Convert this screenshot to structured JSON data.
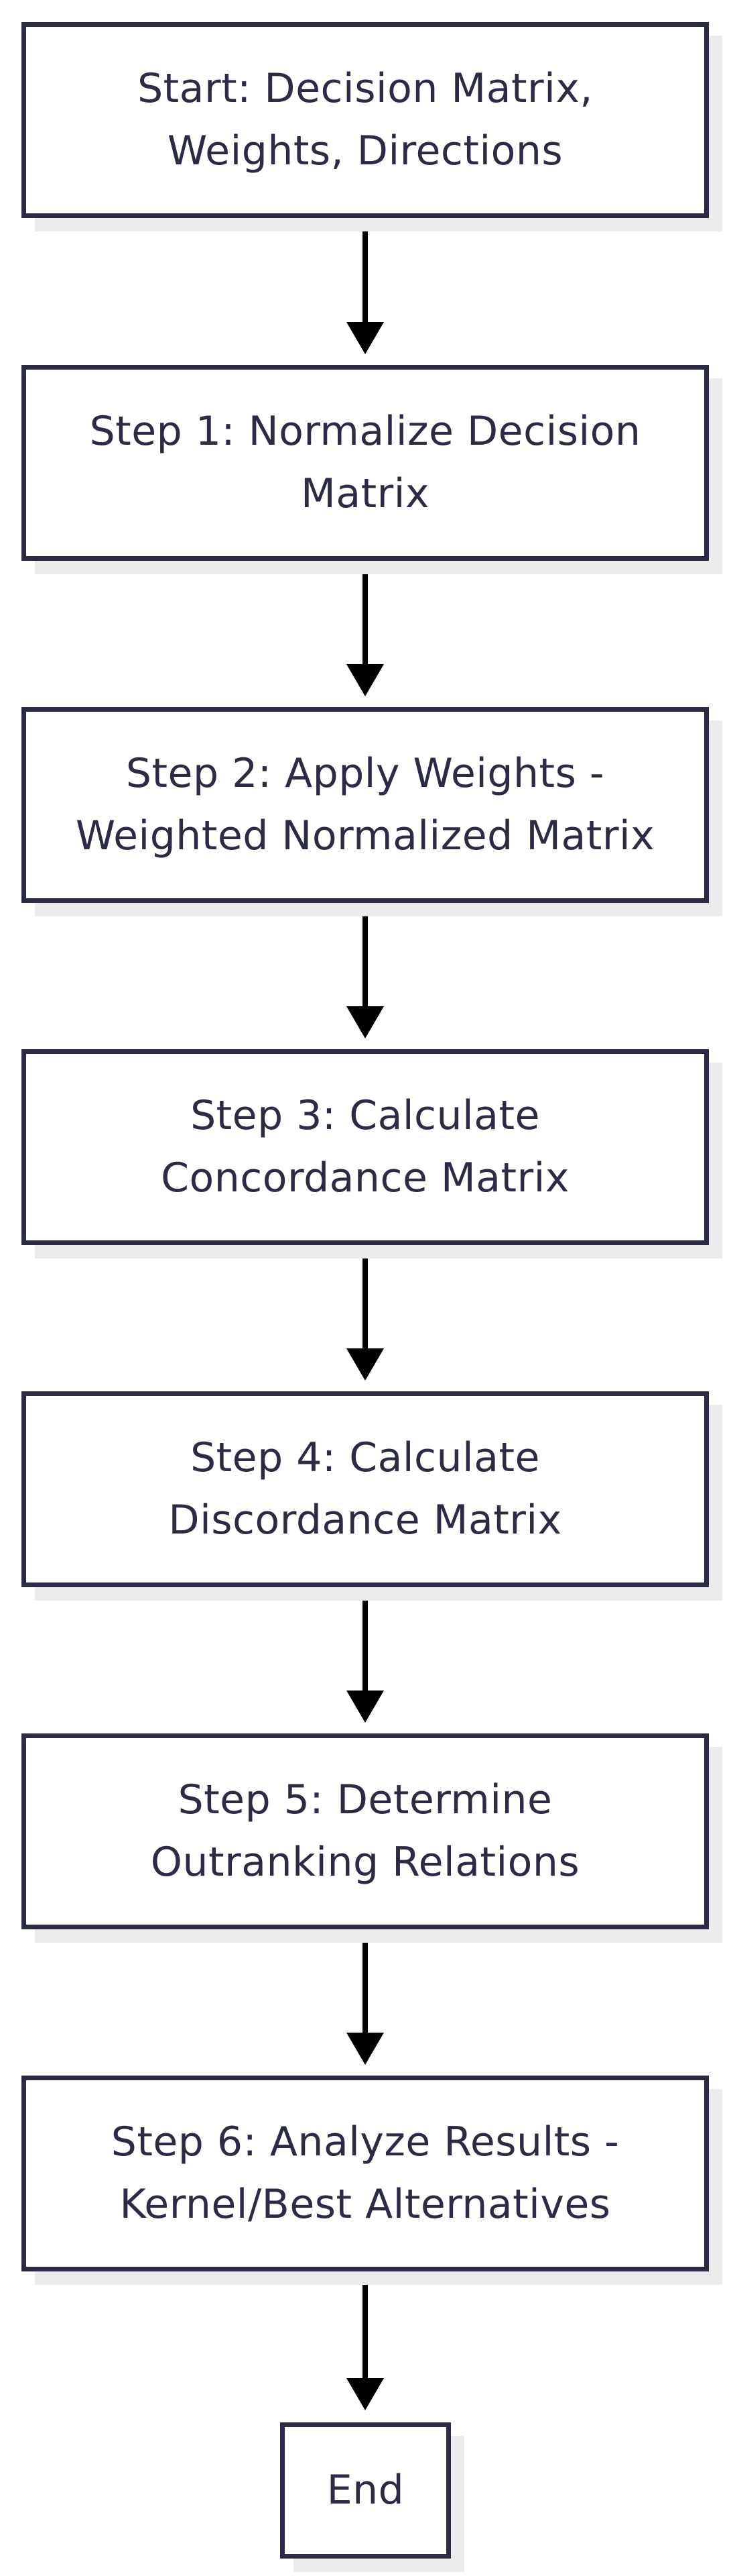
{
  "flowchart": {
    "start": {
      "line1": "Start: Decision Matrix,",
      "line2": "Weights, Directions"
    },
    "step1": {
      "line1": "Step 1: Normalize Decision",
      "line2": "Matrix"
    },
    "step2": {
      "line1": "Step 2: Apply Weights -",
      "line2": "Weighted Normalized Matrix"
    },
    "step3": {
      "line1": "Step 3: Calculate",
      "line2": "Concordance Matrix"
    },
    "step4": {
      "line1": "Step 4: Calculate",
      "line2": "Discordance Matrix"
    },
    "step5": {
      "line1": "Step 5: Determine",
      "line2": "Outranking Relations"
    },
    "step6": {
      "line1": "Step 6: Analyze Results -",
      "line2": "Kernel/Best Alternatives"
    },
    "end": {
      "label": "End"
    }
  }
}
